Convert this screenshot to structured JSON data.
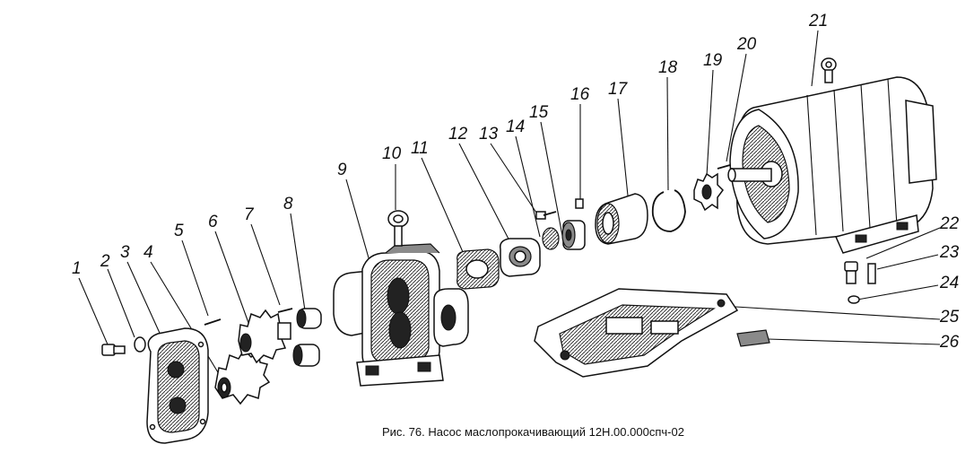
{
  "caption": "Рис. 76. Насос маслопрокачивающий 12Н.00.000спч-02",
  "labels": [
    "1",
    "2",
    "3",
    "4",
    "5",
    "6",
    "7",
    "8",
    "9",
    "10",
    "11",
    "12",
    "13",
    "14",
    "15",
    "16",
    "17",
    "18",
    "19",
    "20",
    "21",
    "22",
    "23",
    "24",
    "25",
    "26"
  ]
}
